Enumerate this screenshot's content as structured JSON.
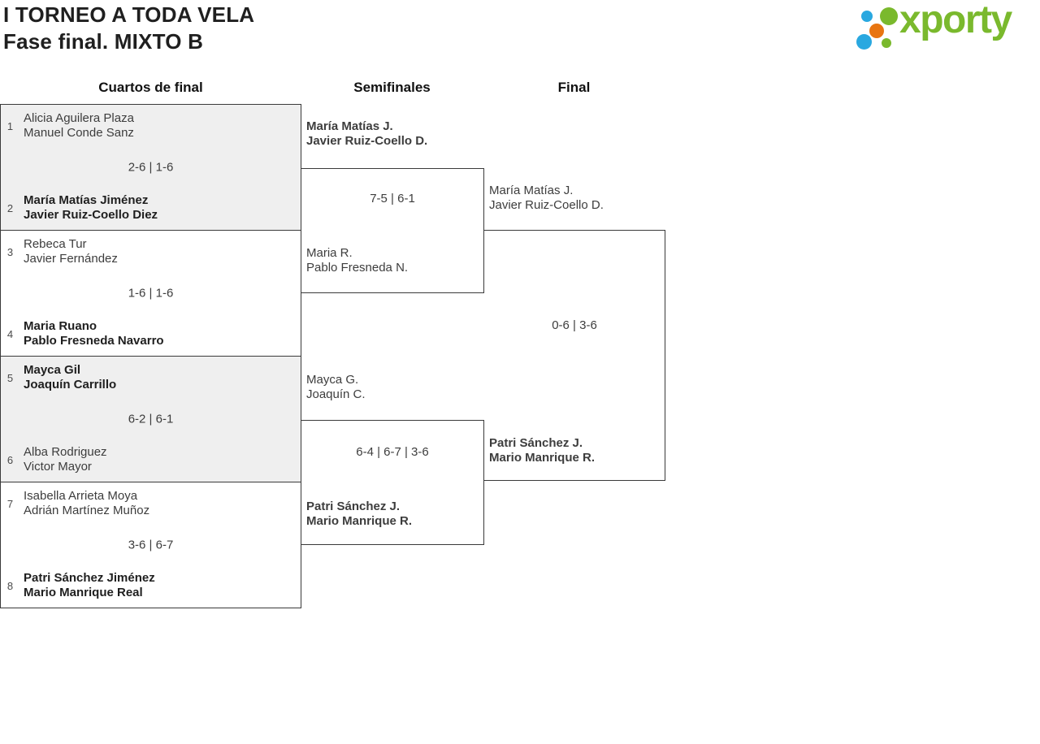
{
  "title": {
    "line1": "I TORNEO A TODA VELA",
    "line2": "Fase final. MIXTO B"
  },
  "logo": {
    "text": "xporty",
    "green": "#7ab92d",
    "blue": "#29a8e0",
    "orange": "#e87511"
  },
  "round_headers": {
    "quarterfinals": "Cuartos de final",
    "semifinals": "Semifinales",
    "final": "Final"
  },
  "colors": {
    "shaded_box": "#efefef",
    "border": "#3a3a3a"
  },
  "bracket": {
    "quarterfinals": [
      {
        "seed_top": "1",
        "team_top": [
          "Alicia Aguilera Plaza",
          "Manuel Conde Sanz"
        ],
        "top_winner": false,
        "score": "2-6 | 1-6",
        "seed_bottom": "2",
        "team_bottom": [
          "María Matías Jiménez",
          "Javier Ruiz-Coello Diez"
        ],
        "bottom_winner": true,
        "shaded": true
      },
      {
        "seed_top": "3",
        "team_top": [
          "Rebeca Tur",
          "Javier Fernández"
        ],
        "top_winner": false,
        "score": "1-6 | 1-6",
        "seed_bottom": "4",
        "team_bottom": [
          "Maria Ruano",
          "Pablo Fresneda Navarro"
        ],
        "bottom_winner": true,
        "shaded": false
      },
      {
        "seed_top": "5",
        "team_top": [
          "Mayca Gil",
          "Joaquín Carrillo"
        ],
        "top_winner": true,
        "score": "6-2 | 6-1",
        "seed_bottom": "6",
        "team_bottom": [
          "Alba Rodriguez",
          "Victor Mayor"
        ],
        "bottom_winner": false,
        "shaded": true
      },
      {
        "seed_top": "7",
        "team_top": [
          "Isabella Arrieta Moya",
          "Adrián Martínez Muñoz"
        ],
        "top_winner": false,
        "score": "3-6 | 6-7",
        "seed_bottom": "8",
        "team_bottom": [
          "Patri Sánchez Jiménez",
          "Mario Manrique Real"
        ],
        "bottom_winner": true,
        "shaded": false
      }
    ],
    "semifinals": [
      {
        "team_top": [
          "María Matías J.",
          "Javier Ruiz-Coello D."
        ],
        "top_winner": true,
        "score": "7-5 | 6-1",
        "team_bottom": [
          "Maria R.",
          "Pablo Fresneda N."
        ],
        "bottom_winner": false
      },
      {
        "team_top": [
          "Mayca G.",
          "Joaquín C."
        ],
        "top_winner": false,
        "score": "6-4 | 6-7 | 3-6",
        "team_bottom": [
          "Patri Sánchez J.",
          "Mario Manrique R."
        ],
        "bottom_winner": true
      }
    ],
    "final": {
      "team_top": [
        "María Matías J.",
        "Javier Ruiz-Coello D."
      ],
      "top_winner": false,
      "score": "0-6 | 3-6",
      "team_bottom": [
        "Patri Sánchez J.",
        "Mario Manrique R."
      ],
      "bottom_winner": true
    }
  }
}
